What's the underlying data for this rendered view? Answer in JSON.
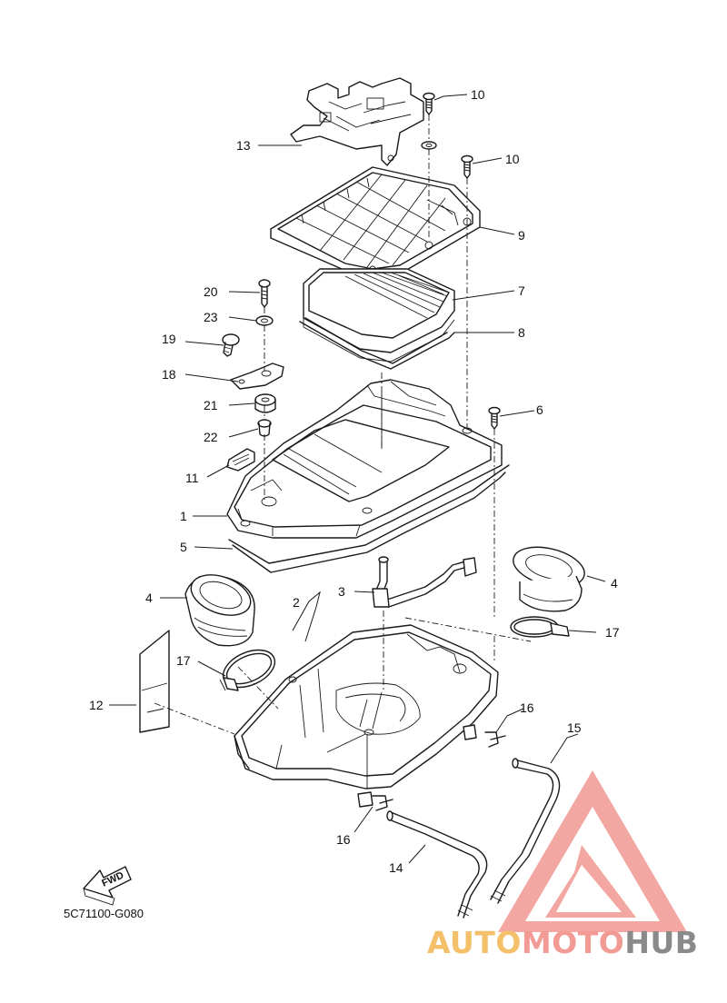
{
  "diagram": {
    "callouts": [
      {
        "id": "c1",
        "text": "1"
      },
      {
        "id": "c2",
        "text": "2"
      },
      {
        "id": "c3",
        "text": "3"
      },
      {
        "id": "c4a",
        "text": "4"
      },
      {
        "id": "c4b",
        "text": "4"
      },
      {
        "id": "c5",
        "text": "5"
      },
      {
        "id": "c6",
        "text": "6"
      },
      {
        "id": "c7",
        "text": "7"
      },
      {
        "id": "c8",
        "text": "8"
      },
      {
        "id": "c9",
        "text": "9"
      },
      {
        "id": "c10a",
        "text": "10"
      },
      {
        "id": "c10b",
        "text": "10"
      },
      {
        "id": "c11",
        "text": "11"
      },
      {
        "id": "c12",
        "text": "12"
      },
      {
        "id": "c13",
        "text": "13"
      },
      {
        "id": "c14",
        "text": "14"
      },
      {
        "id": "c15",
        "text": "15"
      },
      {
        "id": "c16a",
        "text": "16"
      },
      {
        "id": "c16b",
        "text": "16"
      },
      {
        "id": "c17a",
        "text": "17"
      },
      {
        "id": "c17b",
        "text": "17"
      },
      {
        "id": "c18",
        "text": "18"
      },
      {
        "id": "c19",
        "text": "19"
      },
      {
        "id": "c20",
        "text": "20"
      },
      {
        "id": "c21",
        "text": "21"
      },
      {
        "id": "c22",
        "text": "22"
      },
      {
        "id": "c23",
        "text": "23"
      }
    ],
    "fwd_label": "FWD",
    "diagram_code": "5C71100-G080"
  },
  "watermark": {
    "part1": "AUTO",
    "part2": "MOTO",
    "part3": "HUB",
    "colors": {
      "auto": "#f4c06a",
      "moto": "#f29b95",
      "hub": "#8a8a8a",
      "triangle": "#f08a84"
    }
  }
}
